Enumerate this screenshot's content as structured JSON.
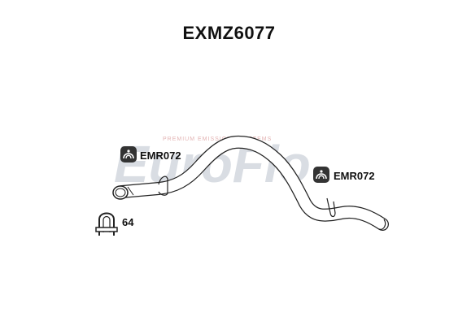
{
  "title": "EXMZ6077",
  "watermark": {
    "brand": "EuroFlo",
    "tagline": "PREMIUM EMISSIONS SYSTEMS",
    "color_main": "#d9dde3",
    "color_accent": "#f2c9c9"
  },
  "parts": [
    {
      "code": "EMR072",
      "kind": "rubber-mount"
    },
    {
      "code": "EMR072",
      "kind": "rubber-mount"
    },
    {
      "code": "64",
      "kind": "u-clamp"
    }
  ],
  "colors": {
    "line": "#222222",
    "fill": "#ffffff",
    "mount_dark": "#333333"
  }
}
